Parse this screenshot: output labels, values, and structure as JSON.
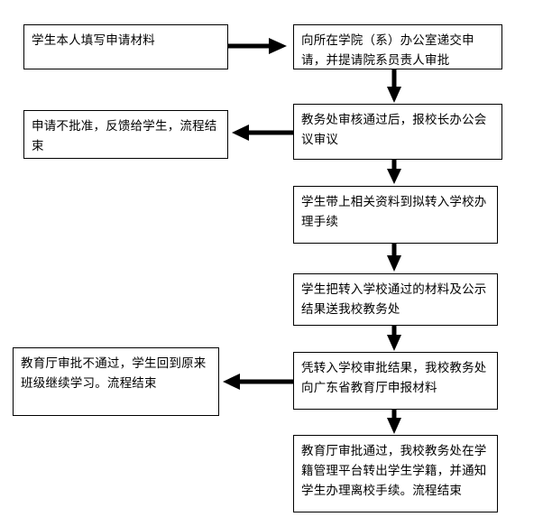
{
  "flowchart": {
    "nodes": [
      {
        "id": "n1",
        "text": "学生本人填写申请材料"
      },
      {
        "id": "n2",
        "text": "向所在学院（系）办公室递交申请，并提请院系员责人审批"
      },
      {
        "id": "n3",
        "text": "申请不批准，反馈给学生，流程结束"
      },
      {
        "id": "n4",
        "text": "教务处审核通过后，报校长办公会议审议"
      },
      {
        "id": "n5",
        "text": "学生带上相关资料到拟转入学校办理手续"
      },
      {
        "id": "n6",
        "text": "学生把转入学校通过的材料及公示结果送我校教务处"
      },
      {
        "id": "n7",
        "text": "教育厅审批不通过，学生回到原来班级继续学习。流程结束"
      },
      {
        "id": "n8",
        "text": "凭转入学校审批结果，我校教务处向广东省教育厅申报材料"
      },
      {
        "id": "n9",
        "text": "教育厅审批通过，我校教务处在学籍管理平台转出学生学籍，并通知学生办理离校手续。流程结束"
      }
    ],
    "edges": [
      {
        "from": "n1",
        "to": "n2"
      },
      {
        "from": "n2",
        "to": "n4"
      },
      {
        "from": "n4",
        "to": "n3"
      },
      {
        "from": "n4",
        "to": "n5"
      },
      {
        "from": "n5",
        "to": "n6"
      },
      {
        "from": "n6",
        "to": "n8"
      },
      {
        "from": "n8",
        "to": "n7"
      },
      {
        "from": "n8",
        "to": "n9"
      }
    ]
  }
}
